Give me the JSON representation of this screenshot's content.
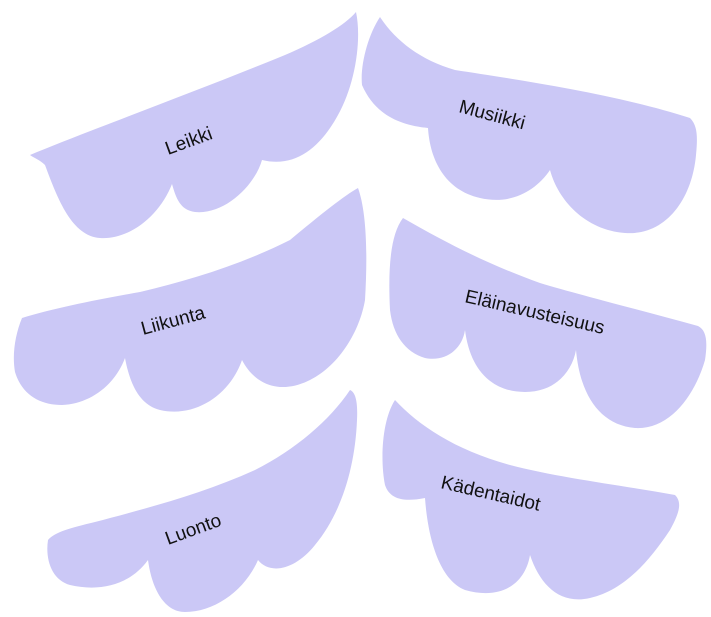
{
  "diagram": {
    "branches": [
      {
        "label": "Leikki",
        "side": "left"
      },
      {
        "label": "Musiikki",
        "side": "right"
      },
      {
        "label": "Liikunta",
        "side": "left"
      },
      {
        "label": "Eläinavusteisuus",
        "side": "right"
      },
      {
        "label": "Luonto",
        "side": "left"
      },
      {
        "label": "Kädentaidot",
        "side": "right"
      }
    ],
    "colors": {
      "branch_fill": "#cbc8f6",
      "text": "#111111",
      "background": "#ffffff"
    }
  }
}
